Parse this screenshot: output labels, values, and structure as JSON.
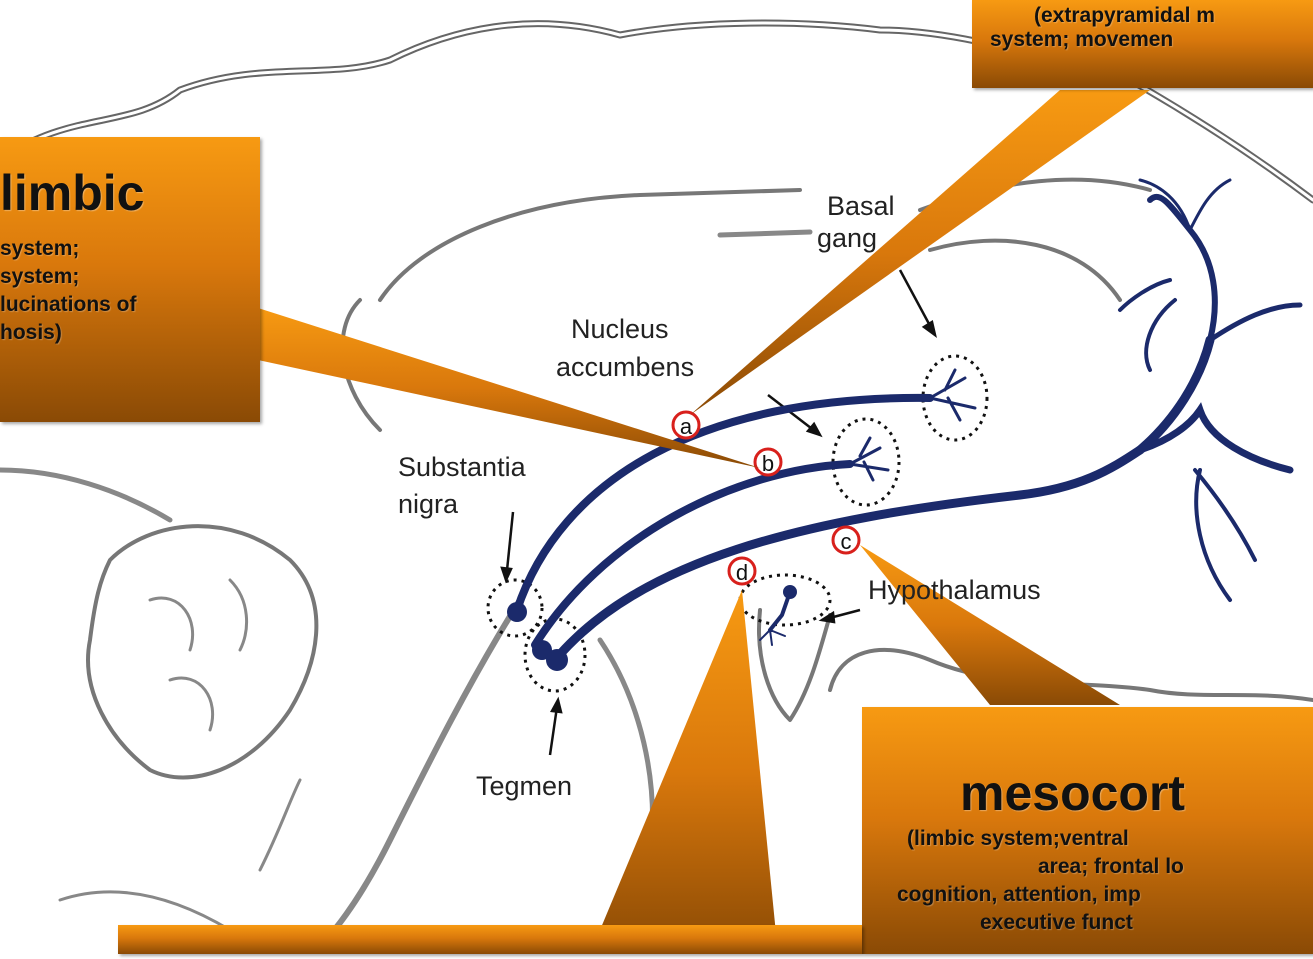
{
  "diagram": {
    "labels": {
      "basal_ganglia_1": "Basal",
      "basal_ganglia_2": "gang",
      "nucleus_accumbens_1": "Nucleus",
      "nucleus_accumbens_2": "accumbens",
      "substantia_nigra_1": "Substantia",
      "substantia_nigra_2": "nigra",
      "hypothalamus": "Hypothalamus",
      "tegmentum": "Tegmen"
    },
    "markers": [
      "a",
      "b",
      "c",
      "d"
    ]
  },
  "callouts": {
    "top_right": {
      "lines": [
        "(extrapyramidal m",
        "system; movemen"
      ]
    },
    "left": {
      "heading": "limbic",
      "lines": [
        "system;",
        "system;",
        "lucinations of",
        "hosis)"
      ]
    },
    "bottom_right": {
      "heading": "mesocort",
      "lines": [
        "(limbic system;ventral",
        "area; frontal lo",
        "cognition, attention, imp",
        "executive funct"
      ]
    }
  },
  "colors": {
    "pathway": "#1b2a6b",
    "callout_top": "#f79a12",
    "callout_bottom": "#8a4a05",
    "marker_ring": "#d8201c",
    "brain_outline": "#555555"
  }
}
